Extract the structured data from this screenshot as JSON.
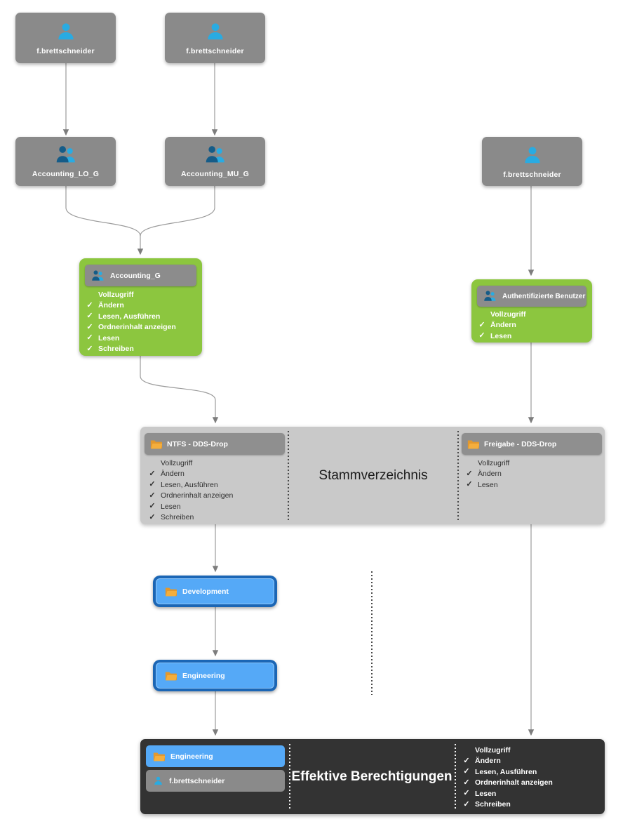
{
  "titles": {
    "root_section": "Stammverzeichnis",
    "effective_section": "Effektive Berechtigungen"
  },
  "glyphs": {
    "check": "✓"
  },
  "nodes": {
    "user_top_left": "f.brettschneider",
    "user_top_right": "f.brettschneider",
    "group_lo": "Accounting_LO_G",
    "group_mu": "Accounting_MU_G",
    "user_right": "f.brettschneider",
    "group_accounting": "Accounting_G",
    "auth_users": "Authentifizierte Benutzer",
    "ntfs": "NTFS - DDS-Drop",
    "share": "Freigabe - DDS-Drop",
    "folder_dev": "Development",
    "folder_eng": "Engineering",
    "effective_folder": "Engineering",
    "effective_user": "f.brettschneider"
  },
  "permissions_full": [
    "Vollzugriff",
    "Ändern",
    "Lesen, Ausführen",
    "Ordnerinhalt anzeigen",
    "Lesen",
    "Schreiben"
  ],
  "permissions_short": [
    "Vollzugriff",
    "Ändern",
    "Lesen"
  ],
  "icons": {
    "user": "single-person-silhouette",
    "group": "two-person-silhouette",
    "folder": "folder-glyph",
    "check": "checkmark"
  },
  "colors": {
    "node_gray": "#8a8a8a",
    "green": "#8cc63f",
    "container_gray": "#c9c9c9",
    "container_dark": "#333333",
    "blue_fill": "#55a9f7",
    "blue_border": "#1b66b5",
    "user_icon_blue": "#29abe2",
    "group_icon_dark": "#155c88",
    "folder_yellow": "#f4ae3d",
    "wire_gray": "#9b9b9b"
  }
}
